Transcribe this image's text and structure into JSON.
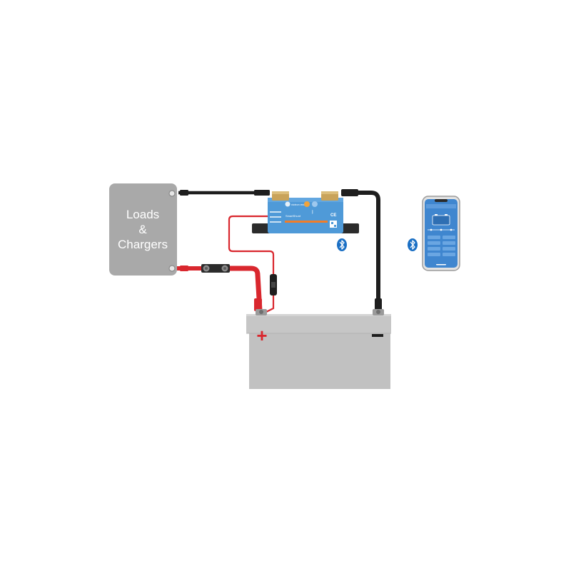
{
  "loads_box": {
    "line1": "Loads",
    "line2": "&",
    "line3": "Chargers"
  },
  "battery": {
    "positive_symbol": "+",
    "negative_symbol": "−"
  },
  "shunt": {
    "brand": "victron energy",
    "product": "SmartShunt",
    "ce_mark": "CE"
  },
  "icons": {
    "shunt_bluetooth": "bluetooth-icon",
    "phone_bluetooth": "bluetooth-icon"
  },
  "colors": {
    "positive_cable": "#d9272e",
    "negative_cable": "#1e1e1e",
    "loads_box": "#a9a9a9",
    "battery": "#c6c6c6",
    "shunt_body": "#4f9ad8",
    "bluetooth": "#1a6fc4",
    "phone_screen": "#3f86cf"
  }
}
